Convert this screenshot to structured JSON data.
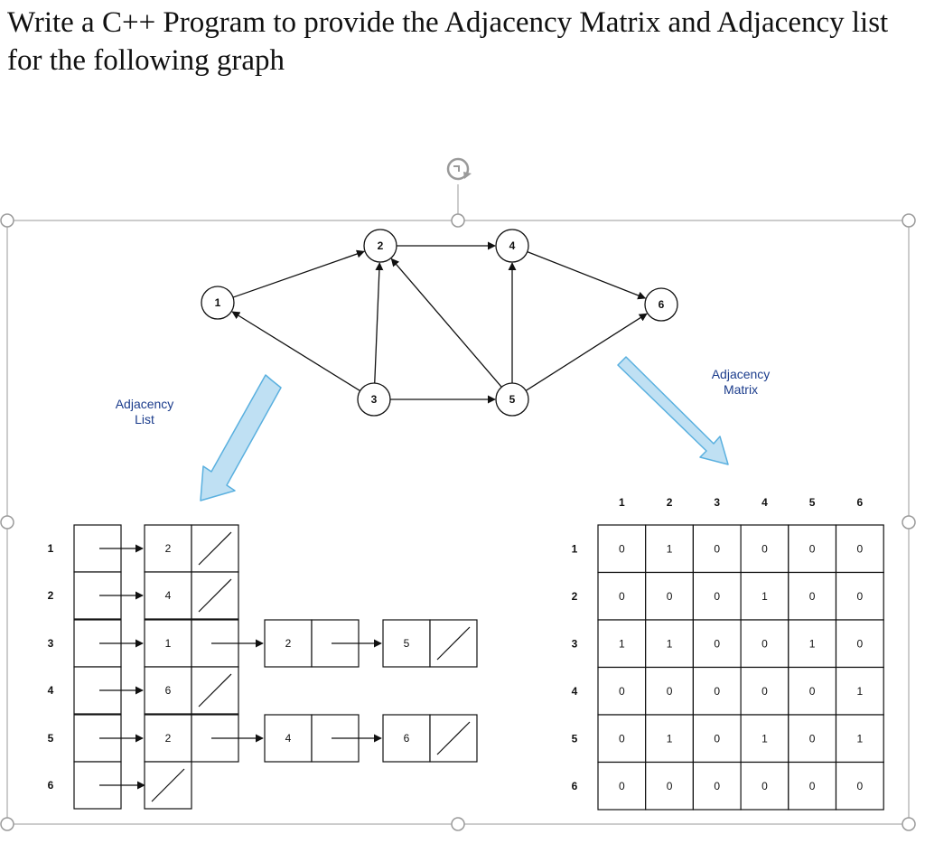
{
  "question": {
    "text": "Write a C++ Program to provide the Adjacency Matrix and Adjacency list for the following graph"
  },
  "graph": {
    "nodes": [
      "1",
      "2",
      "3",
      "4",
      "5",
      "6"
    ],
    "edges": [
      {
        "from": "1",
        "to": "2"
      },
      {
        "from": "2",
        "to": "4"
      },
      {
        "from": "3",
        "to": "1"
      },
      {
        "from": "3",
        "to": "2"
      },
      {
        "from": "3",
        "to": "5"
      },
      {
        "from": "4",
        "to": "6"
      },
      {
        "from": "5",
        "to": "2"
      },
      {
        "from": "5",
        "to": "4"
      },
      {
        "from": "5",
        "to": "6"
      }
    ]
  },
  "adjacency_list": {
    "caption_line1": "Adjacency",
    "caption_line2": "List",
    "rows": [
      {
        "vertex": "1",
        "neighbors": [
          "2"
        ]
      },
      {
        "vertex": "2",
        "neighbors": [
          "4"
        ]
      },
      {
        "vertex": "3",
        "neighbors": [
          "1",
          "2",
          "5"
        ]
      },
      {
        "vertex": "4",
        "neighbors": [
          "6"
        ]
      },
      {
        "vertex": "5",
        "neighbors": [
          "2",
          "4",
          "6"
        ]
      },
      {
        "vertex": "6",
        "neighbors": []
      }
    ]
  },
  "adjacency_matrix": {
    "caption_line1": "Adjacency",
    "caption_line2": "Matrix",
    "col_headers": [
      "1",
      "2",
      "3",
      "4",
      "5",
      "6"
    ],
    "row_headers": [
      "1",
      "2",
      "3",
      "4",
      "5",
      "6"
    ],
    "values": [
      [
        "0",
        "1",
        "0",
        "0",
        "0",
        "0"
      ],
      [
        "0",
        "0",
        "0",
        "1",
        "0",
        "0"
      ],
      [
        "1",
        "1",
        "0",
        "0",
        "1",
        "0"
      ],
      [
        "0",
        "0",
        "0",
        "0",
        "0",
        "1"
      ],
      [
        "0",
        "1",
        "0",
        "1",
        "0",
        "1"
      ],
      [
        "0",
        "0",
        "0",
        "0",
        "0",
        "0"
      ]
    ]
  },
  "colors": {
    "ink": "#111111",
    "caption": "#1b3c8c",
    "flow_arrow_fill": "#bfe0f3",
    "flow_arrow_stroke": "#5ab0df",
    "selection_frame": "#9a9a9a"
  }
}
